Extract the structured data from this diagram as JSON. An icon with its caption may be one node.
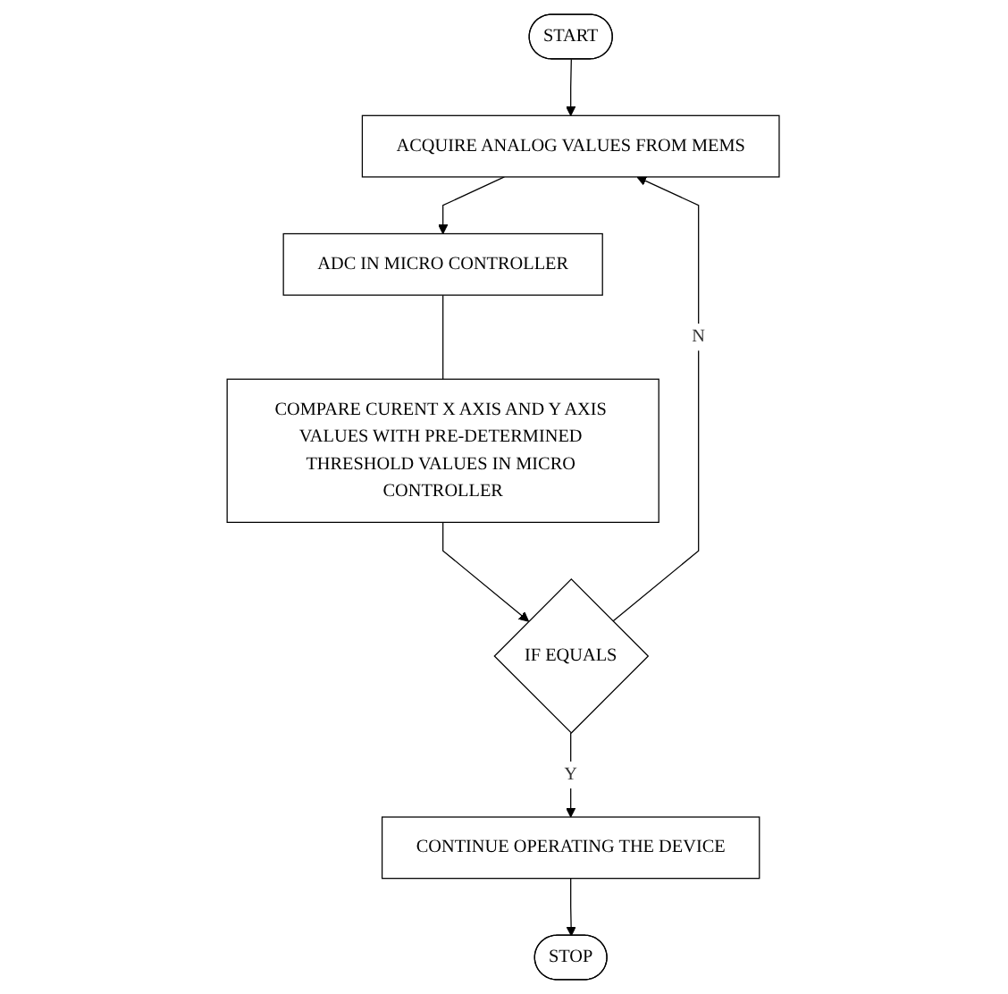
{
  "diagram": {
    "nodes": [
      {
        "text": [
          "START"
        ]
      },
      {
        "text": [
          "ACQUIRE ANALOG VALUES FROM MEMS"
        ]
      },
      {
        "text": [
          "ADC IN MICRO CONTROLLER"
        ]
      },
      {
        "text": [
          "COMPARE CURENT X AXIS AND Y AXIS VALUES WITH PRE-DETERMINED THRESHOLD VALUES IN MICRO CONTROLLER"
        ]
      },
      {
        "text": [
          "IF EQUALS"
        ]
      },
      {
        "text": [
          "CONTINUE OPERATING THE DEVICE"
        ]
      },
      {
        "text": [
          "STOP"
        ]
      }
    ],
    "edges": [
      {
        "from": 0,
        "to": 1,
        "arrow": "to"
      },
      {
        "from": 1,
        "to": 2,
        "arrow": "to"
      },
      {
        "from": 2,
        "to": 3,
        "arrow": "none"
      },
      {
        "from": 3,
        "to": 4,
        "arrow": "to"
      },
      {
        "from": 4,
        "to": 1,
        "arrow": "to",
        "label": "N"
      },
      {
        "from": 4,
        "to": 5,
        "arrow": "to",
        "label": "Y"
      },
      {
        "from": 5,
        "to": 6,
        "arrow": "to"
      }
    ]
  }
}
